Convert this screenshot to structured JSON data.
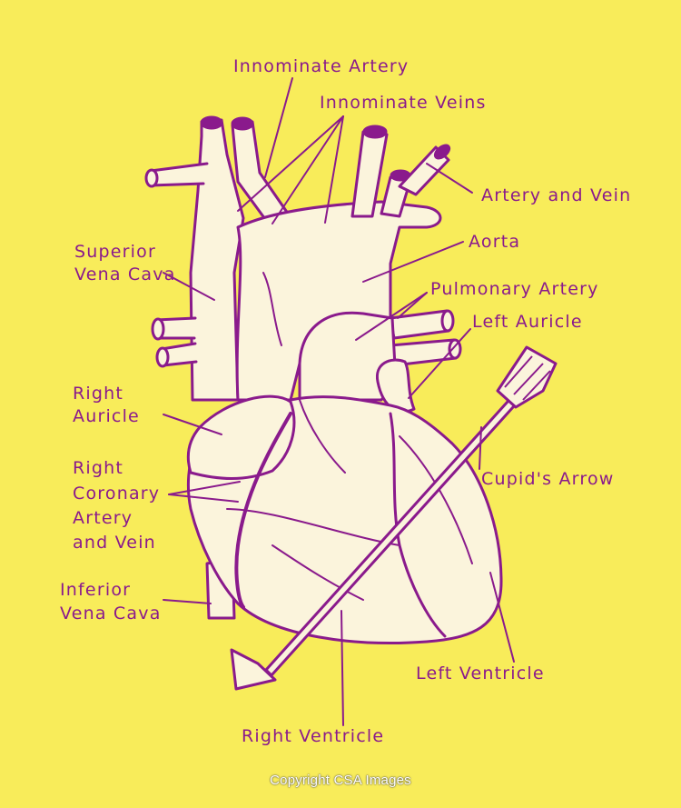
{
  "colors": {
    "background": "#f8ec5a",
    "line": "#8a1a8c",
    "fill": "#fbf4dc"
  },
  "labels": {
    "innominate_artery": "Innominate Artery",
    "innominate_veins": "Innominate Veins",
    "artery_and_vein": "Artery and Vein",
    "superior_vena_cava_1": "Superior",
    "superior_vena_cava_2": "Vena Cava",
    "aorta": "Aorta",
    "pulmonary_artery": "Pulmonary Artery",
    "left_auricle": "Left Auricle",
    "right_auricle_1": "Right",
    "right_auricle_2": "Auricle",
    "cupids_arrow": "Cupid's Arrow",
    "right_coronary_1": "Right",
    "right_coronary_2": "Coronary",
    "right_coronary_3": "Artery",
    "right_coronary_4": "and Vein",
    "inferior_vena_cava_1": "Inferior",
    "inferior_vena_cava_2": "Vena Cava",
    "left_ventricle": "Left Ventricle",
    "right_ventricle": "Right Ventricle"
  },
  "copyright": "Copyright CSA Images"
}
